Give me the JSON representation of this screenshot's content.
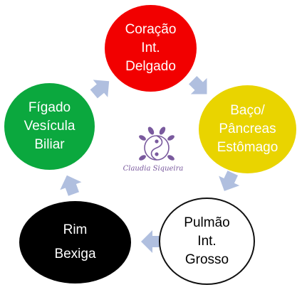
{
  "colors": {
    "heart": "#f20000",
    "spleen": "#e9d400",
    "lung": "#ffffff",
    "kidney": "#000000",
    "liver": "#0ba83e",
    "arrow": "#b0bfdf",
    "logo": "#7a5a9e"
  },
  "nodes": {
    "heart": {
      "lines": [
        "Coração",
        "Int.",
        "Delgado"
      ],
      "text_color": "#ffffff"
    },
    "spleen": {
      "lines": [
        "Baço/",
        "Pâncreas",
        "Estômago"
      ],
      "text_color": "#ffffff"
    },
    "lung": {
      "lines": [
        "Pulmão",
        "Int.",
        "Grosso"
      ],
      "text_color": "#000000"
    },
    "kidney": {
      "lines": [
        "Rim",
        "Bexiga"
      ],
      "text_color": "#ffffff"
    },
    "liver": {
      "lines": [
        "Fígado",
        "Vesícula",
        "Biliar"
      ],
      "text_color": "#ffffff"
    }
  },
  "signature": "Claudia Siqueira"
}
